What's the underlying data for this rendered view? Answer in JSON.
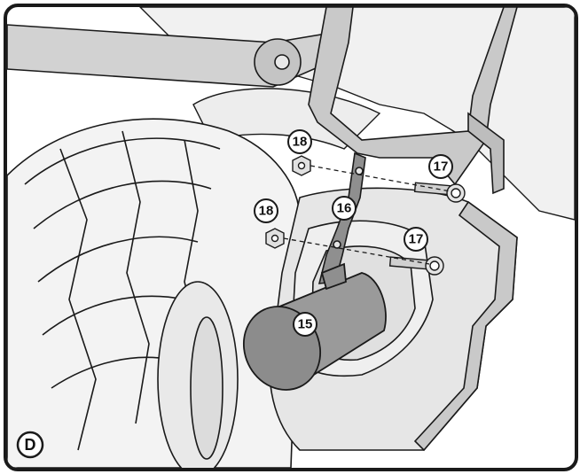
{
  "panel": {
    "letter": "D"
  },
  "callouts": {
    "exhaust": "15",
    "bracket": "16",
    "bolt_upper": "17",
    "bolt_lower": "17",
    "nut_upper": "18",
    "nut_lower": "18"
  },
  "colors": {
    "outline": "#1a1a1a",
    "part_light": "#e6e6e6",
    "part_mid": "#c9c9c9",
    "part_dark": "#8f8f8f",
    "muffler": "#9a9a9a"
  }
}
